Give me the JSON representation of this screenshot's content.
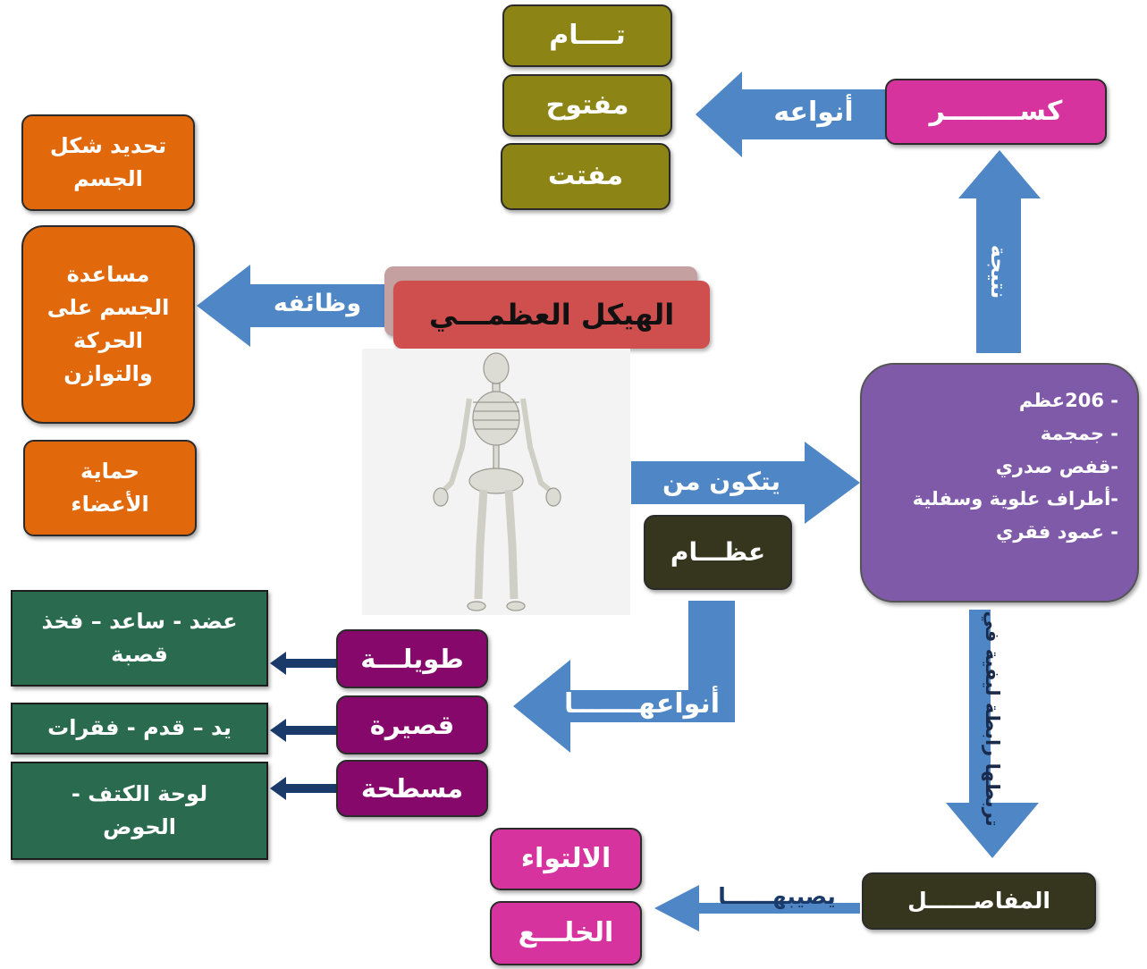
{
  "title": "الهيكل العظمـــي",
  "functions": {
    "label": "وظائفه",
    "items": [
      [
        "تحديد شكل",
        "الجسم"
      ],
      [
        "مساعدة",
        "الجسم على",
        "الحركة",
        "والتوازن"
      ],
      [
        "حماية",
        "الأعضاء"
      ]
    ]
  },
  "fracture": {
    "name": "كســــــــر",
    "types_label": "أنواعه",
    "types": [
      "تــــام",
      "مفتوح",
      "مفتت"
    ],
    "cause_label": "نتيجة"
  },
  "composition": {
    "label": "يتكون من",
    "bones_label": "عظـــام",
    "parts": [
      "- 206عظم",
      "- جمجمة",
      "-قفص صدري",
      "-أطراف علوية  وسفلية",
      "- عمود فقري"
    ]
  },
  "bone_types": {
    "label": "أنواعهـــــــا",
    "items": [
      {
        "name": "طويلـــة",
        "examples": [
          "عضد - ساعد – فخذ",
          "قصبة"
        ]
      },
      {
        "name": "قصيرة",
        "examples": [
          "يد – قدم - فقرات"
        ]
      },
      {
        "name": "مسطحة",
        "examples": [
          "لوحة الكتف -",
          "الحوض"
        ]
      }
    ]
  },
  "joints": {
    "link_label": "تربطها رابطة ليفية في",
    "name": "المفاصــــــل",
    "affects_label": "يصيبهــــــا",
    "conditions": [
      "الالتواء",
      "الخلـــع"
    ]
  },
  "colors": {
    "arrow": "#4f86c5",
    "olive": "#8c8414",
    "orange": "#e2680c",
    "pink": "#d6339e",
    "purple": "#7f5aa8",
    "dark": "#36361f",
    "magenta": "#85086a",
    "green": "#2a6b50"
  }
}
